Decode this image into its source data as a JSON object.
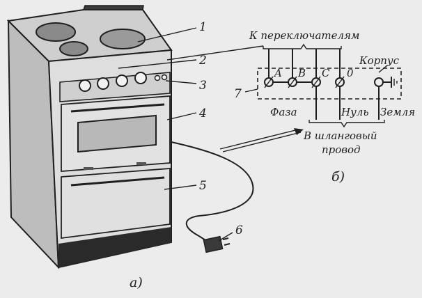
{
  "labels": {
    "part_1": "1",
    "part_2": "2",
    "part_3": "3",
    "part_4": "4",
    "part_5": "5",
    "part_6": "6",
    "part_7": "7",
    "to_switches": "К переключателям",
    "housing": "Корпус",
    "terminal_a": "A",
    "terminal_b": "B",
    "terminal_c": "C",
    "terminal_0": "0",
    "phase": "Фаза",
    "neutral": "Нуль",
    "ground": "Земля",
    "hose_wire_line1": "В шланговый",
    "hose_wire_line2": "провод",
    "sub_a": "а)",
    "sub_b": "б)"
  },
  "colors": {
    "ink": "#1f1f1f",
    "paper": "#ececec",
    "stove_body": "#d9d9d9",
    "stove_shadow": "#a9a9a9",
    "plinth": "#2a2a2a"
  }
}
